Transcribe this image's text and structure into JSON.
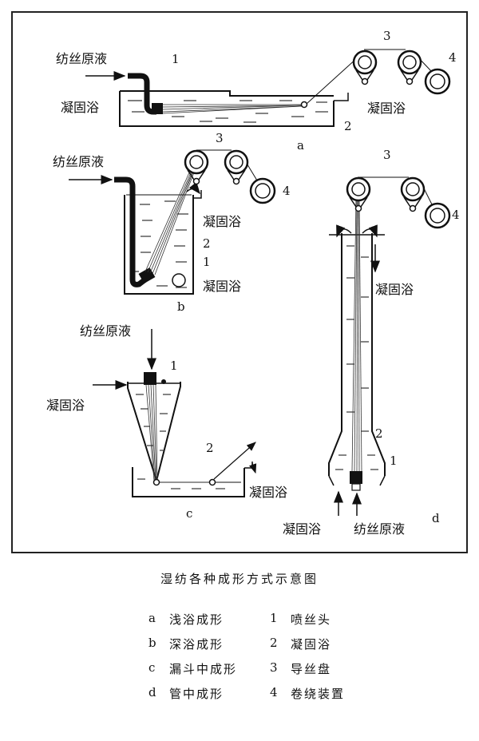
{
  "labels": {
    "spinning_solution": "纺丝原液",
    "coagulation_bath": "凝固浴"
  },
  "panels": {
    "a": {
      "letter": "a",
      "n1": "1",
      "n2": "2",
      "n3": "3",
      "n4": "4"
    },
    "b": {
      "letter": "b",
      "n1": "1",
      "n2": "2",
      "n3": "3",
      "n4": "4"
    },
    "c": {
      "letter": "c",
      "n1": "1",
      "n2": "2"
    },
    "d": {
      "letter": "d",
      "n1": "1",
      "n2": "2",
      "n3": "3",
      "n4": "4"
    }
  },
  "caption": "湿纺各种成形方式示意图",
  "legend": [
    {
      "left_code": "a",
      "left_text": "浅浴成形",
      "right_code": "1",
      "right_text": "喷丝头"
    },
    {
      "left_code": "b",
      "left_text": "深浴成形",
      "right_code": "2",
      "right_text": "凝固浴"
    },
    {
      "left_code": "c",
      "left_text": "漏斗中成形",
      "right_code": "3",
      "right_text": "导丝盘"
    },
    {
      "left_code": "d",
      "left_text": "管中成形",
      "right_code": "4",
      "right_text": "卷绕装置"
    }
  ]
}
